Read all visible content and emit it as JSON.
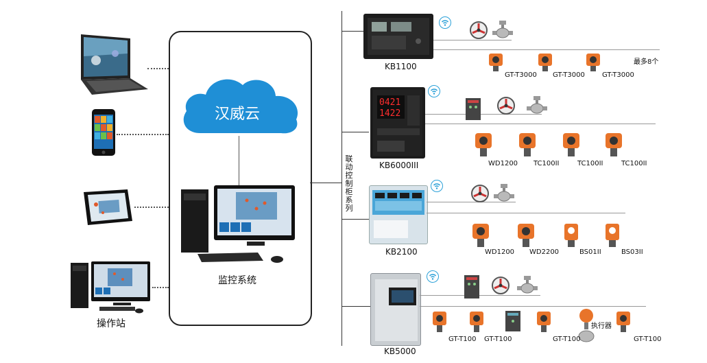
{
  "cloud": {
    "label": "汉威云"
  },
  "monitor_system": {
    "label": "监控系统"
  },
  "operator_station": {
    "label": "操作站"
  },
  "control_cabinet_series": {
    "label": "联动控制柜系列"
  },
  "controllers": [
    {
      "model": "KB1100"
    },
    {
      "model": "KB6000III"
    },
    {
      "model": "KB2100"
    },
    {
      "model": "KB5000"
    }
  ],
  "row1": {
    "detectors": [
      "GT-T3000",
      "GT-T3000",
      "GT-T3000"
    ],
    "note": "最多8个"
  },
  "row2": {
    "detectors": [
      "WD1200",
      "TC100II",
      "TC100II",
      "TC100II"
    ]
  },
  "row3": {
    "detectors": [
      "WD1200",
      "WD2200",
      "BS01II",
      "BS03II"
    ]
  },
  "row4": {
    "detectors": [
      "GT-T100",
      "GT-T100",
      "GT-T100",
      "GT-T100"
    ],
    "actuator": "执行器"
  },
  "kb6000_display": {
    "line1": "0421",
    "line2": "1422"
  },
  "colors": {
    "cloud": "#1f8fd6",
    "detector": "#e8742a",
    "screen": "#1a5fa8",
    "cabinet_dark": "#1c1c1c"
  }
}
